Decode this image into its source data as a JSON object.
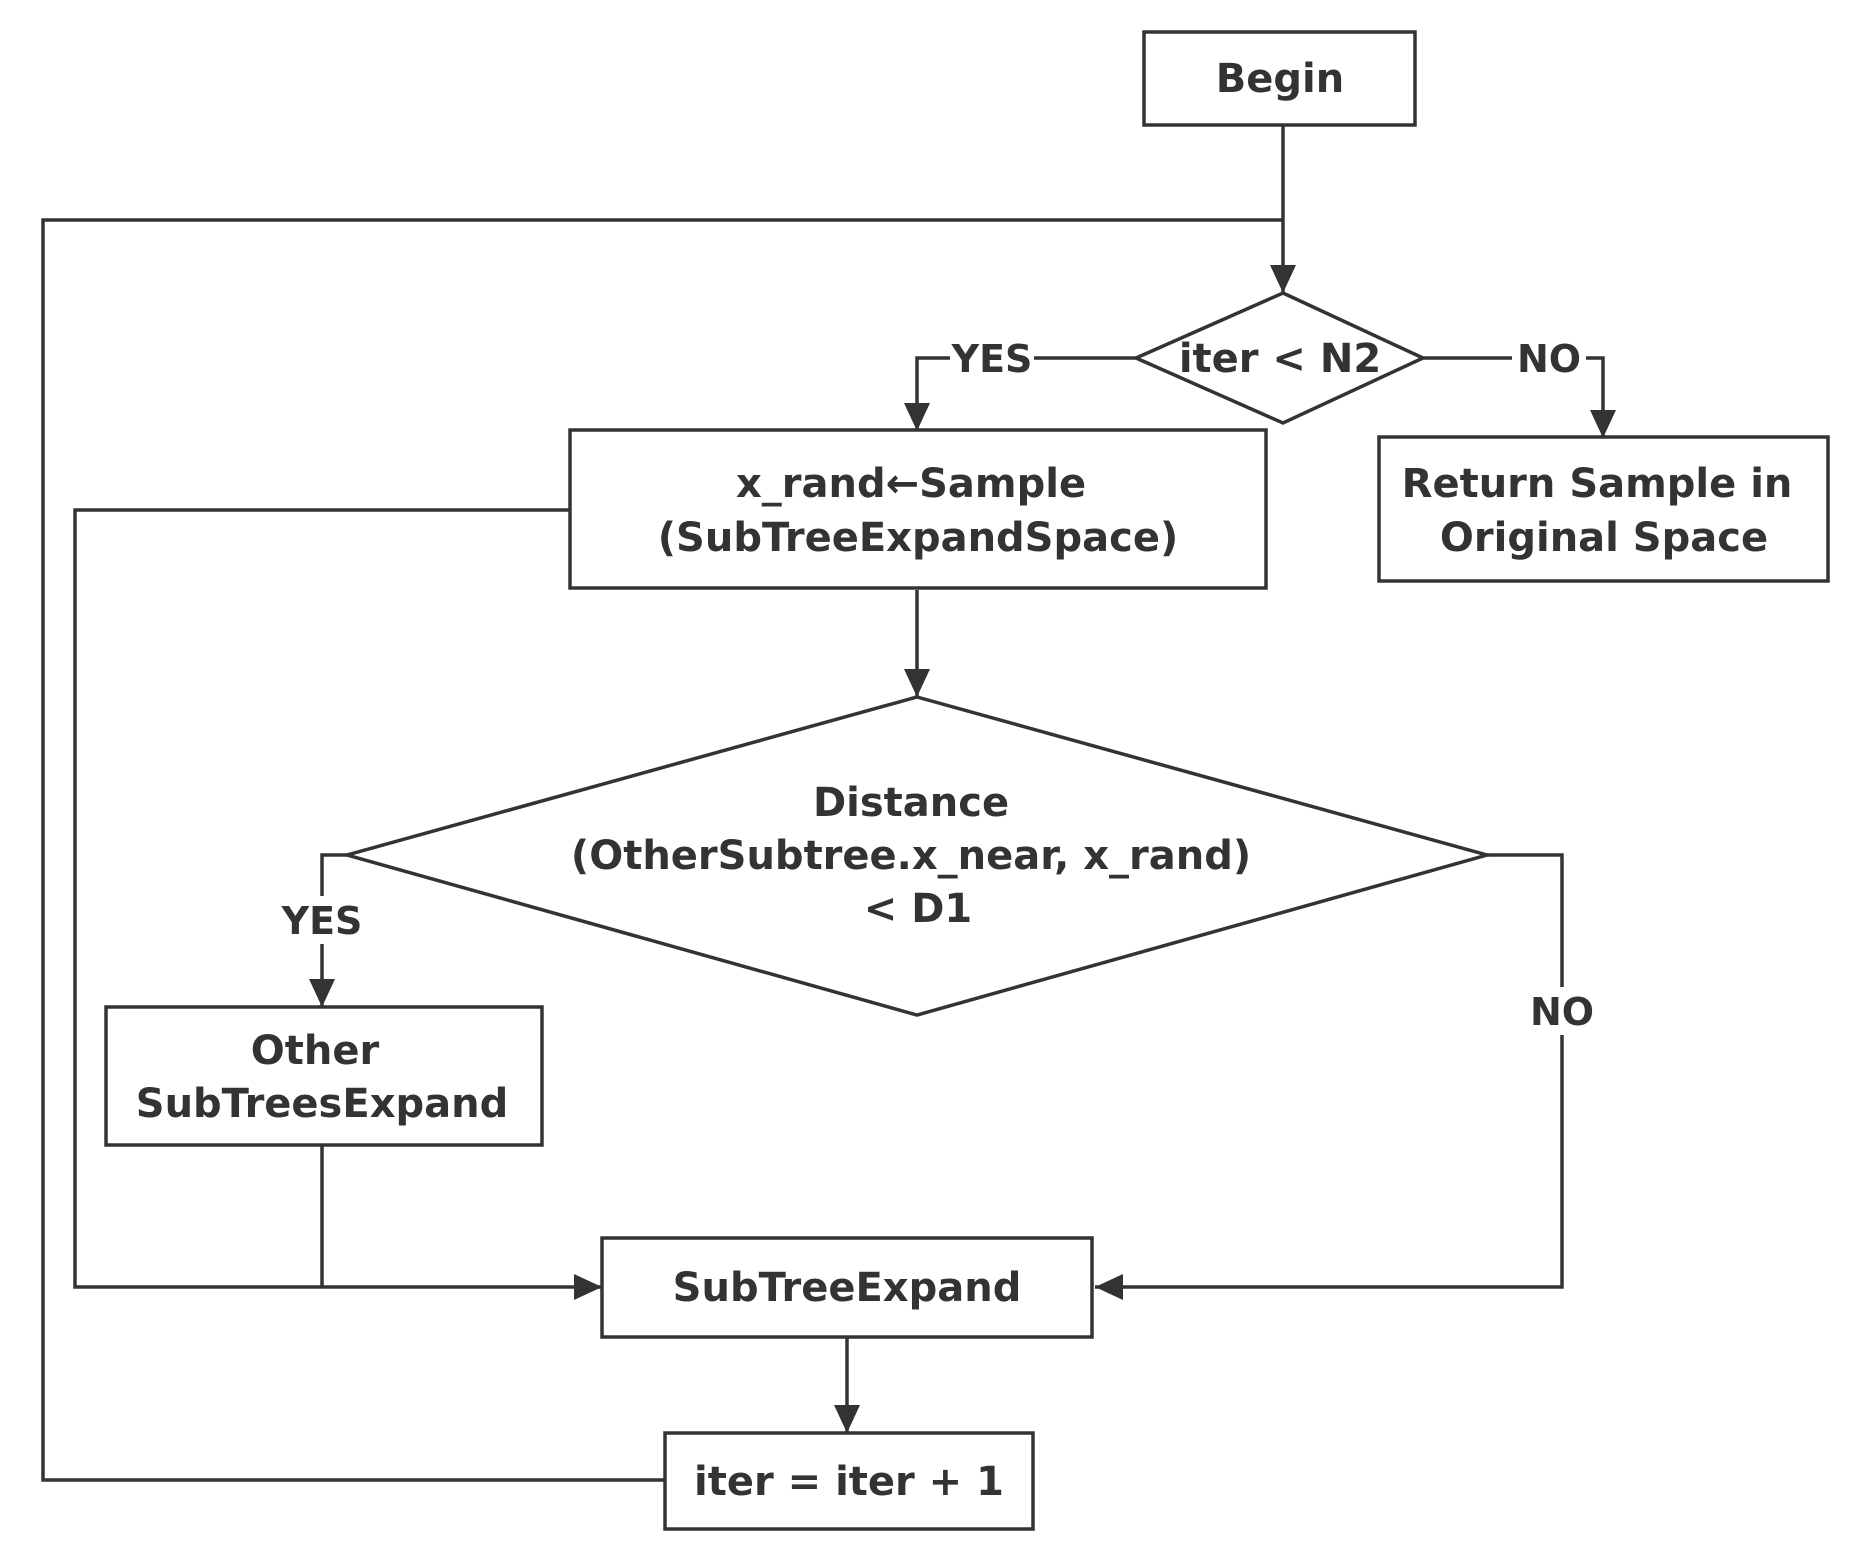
{
  "nodes": {
    "begin": {
      "lines": [
        "Begin"
      ]
    },
    "cond_iter": {
      "lines": [
        "iter < N2"
      ]
    },
    "sample": {
      "lines": [
        "x_rand←Sample",
        "(SubTreeExpandSpace)"
      ]
    },
    "return": {
      "lines": [
        "Return Sample in",
        "Original Space"
      ]
    },
    "cond_distance": {
      "lines": [
        "Distance",
        "(OtherSubtree.x_near,  x_rand)",
        "< D1"
      ]
    },
    "other_expand": {
      "lines": [
        "Other",
        "SubTreesExpand"
      ]
    },
    "subtree_expand": {
      "lines": [
        "SubTreeExpand"
      ]
    },
    "increment": {
      "lines": [
        "iter = iter + 1"
      ]
    }
  },
  "edge_labels": {
    "iter_yes": "YES",
    "iter_no": "NO",
    "distance_yes": "YES",
    "distance_no": "NO"
  },
  "colors": {
    "stroke": "#333333",
    "text": "#333333",
    "background": "#ffffff"
  }
}
